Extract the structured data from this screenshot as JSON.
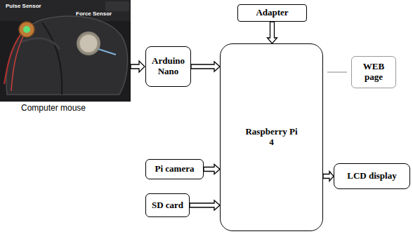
{
  "diagram": {
    "nodes": [
      {
        "text": [
          "Adapter"
        ]
      },
      {
        "text": [
          "Arduino Nano"
        ]
      },
      {
        "text": [
          "Raspberry Pi 4"
        ]
      },
      {
        "text": [
          "WEB page"
        ]
      },
      {
        "text": [
          "Pi camera"
        ]
      },
      {
        "text": [
          "SD card"
        ]
      },
      {
        "text": [
          "LCD display"
        ]
      }
    ],
    "edges": [
      {
        "from": 0,
        "to": 2,
        "arrow": "to"
      },
      {
        "from": 1,
        "to": 2,
        "arrow": "to"
      },
      {
        "from": 2,
        "to": 3,
        "arrow": "none"
      },
      {
        "from": 4,
        "to": 2,
        "arrow": "to"
      },
      {
        "from": 5,
        "to": 2,
        "arrow": "to"
      },
      {
        "from": 2,
        "to": 6,
        "arrow": "to"
      }
    ],
    "labels": [
      "Pulse Sensor",
      "Force Sensor",
      "Computer mouse"
    ]
  }
}
